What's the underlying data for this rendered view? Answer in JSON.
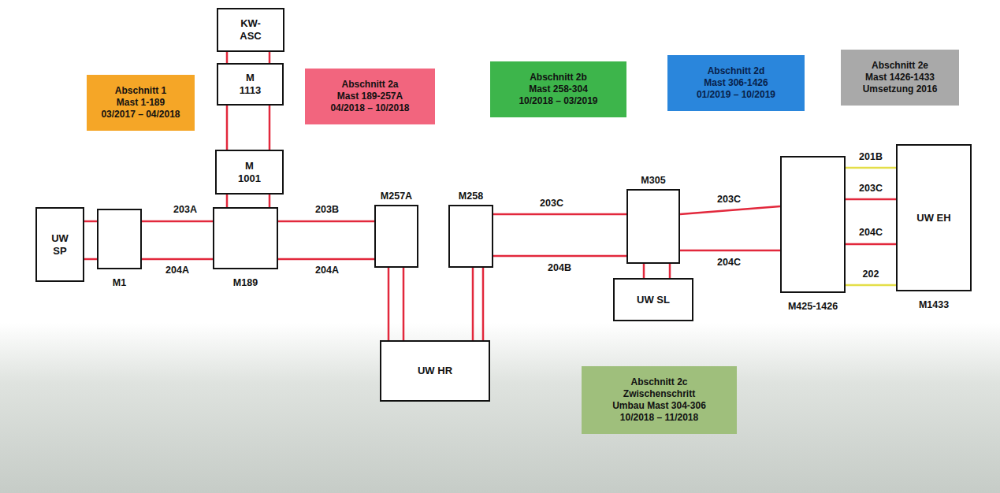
{
  "diagram": {
    "nodes": [
      {
        "text": [
          "Abschnitt 1",
          "Mast 1-189",
          "03/2017 – 04/2018"
        ]
      },
      {
        "text": [
          "KW-ASC"
        ]
      },
      {
        "text": [
          "M 1113"
        ]
      },
      {
        "text": [
          "Abschnitt 2a",
          "Mast 189-257A",
          "04/2018 – 10/2018"
        ]
      },
      {
        "text": [
          "Abschnitt 2b",
          "Mast 258-304",
          "10/2018 – 03/2019"
        ]
      },
      {
        "text": [
          "Abschnitt 2d",
          "Mast 306-1426",
          "01/2019 – 10/2019"
        ]
      },
      {
        "text": [
          "Abschnitt 2e",
          "Mast 1426-1433",
          "Umsetzung 2016"
        ]
      },
      {
        "text": [
          "M 1001"
        ]
      },
      {
        "text": [
          "UW SP"
        ]
      },
      {
        "text": [
          "M1"
        ]
      },
      {
        "text": [
          "M189"
        ]
      },
      {
        "text": [
          "M257A"
        ]
      },
      {
        "text": [
          "M258"
        ]
      },
      {
        "text": [
          "M305"
        ]
      },
      {
        "text": [
          "M425-1426"
        ]
      },
      {
        "text": [
          "UW EH",
          "M1433"
        ]
      },
      {
        "text": [
          "UW SL"
        ]
      },
      {
        "text": [
          "UW HR"
        ]
      },
      {
        "text": [
          "Abschnitt 2c",
          "Zwischenschritt",
          "Umbau Mast 304-306",
          "10/2018 – 11/2018"
        ]
      }
    ],
    "edges": [
      {
        "from": 8,
        "to": 9,
        "arrow": "none"
      },
      {
        "from": 8,
        "to": 9,
        "arrow": "none"
      },
      {
        "from": 9,
        "to": 10,
        "label": "203A",
        "arrow": "none"
      },
      {
        "from": 9,
        "to": 10,
        "label": "204A",
        "arrow": "none"
      },
      {
        "from": 10,
        "to": 7,
        "arrow": "none"
      },
      {
        "from": 10,
        "to": 7,
        "arrow": "none"
      },
      {
        "from": 7,
        "to": 2,
        "arrow": "none"
      },
      {
        "from": 7,
        "to": 2,
        "arrow": "none"
      },
      {
        "from": 2,
        "to": 1,
        "arrow": "none"
      },
      {
        "from": 2,
        "to": 1,
        "arrow": "none"
      },
      {
        "from": 10,
        "to": 11,
        "label": "203B",
        "arrow": "none"
      },
      {
        "from": 10,
        "to": 11,
        "label": "204A",
        "arrow": "none"
      },
      {
        "from": 11,
        "to": 17,
        "arrow": "none"
      },
      {
        "from": 11,
        "to": 17,
        "arrow": "none"
      },
      {
        "from": 12,
        "to": 17,
        "arrow": "none"
      },
      {
        "from": 12,
        "to": 17,
        "arrow": "none"
      },
      {
        "from": 12,
        "to": 13,
        "label": "203C",
        "arrow": "none"
      },
      {
        "from": 12,
        "to": 13,
        "label": "204B",
        "arrow": "none"
      },
      {
        "from": 13,
        "to": 16,
        "arrow": "none"
      },
      {
        "from": 13,
        "to": 16,
        "arrow": "none"
      },
      {
        "from": 13,
        "to": 14,
        "label": "203C",
        "arrow": "none"
      },
      {
        "from": 13,
        "to": 14,
        "label": "204C",
        "arrow": "none"
      },
      {
        "from": 14,
        "to": 15,
        "label": "201B",
        "arrow": "none"
      },
      {
        "from": 14,
        "to": 15,
        "label": "203C",
        "arrow": "none"
      },
      {
        "from": 14,
        "to": 15,
        "label": "204C",
        "arrow": "none"
      },
      {
        "from": 14,
        "to": 15,
        "label": "202",
        "arrow": "none"
      }
    ]
  }
}
